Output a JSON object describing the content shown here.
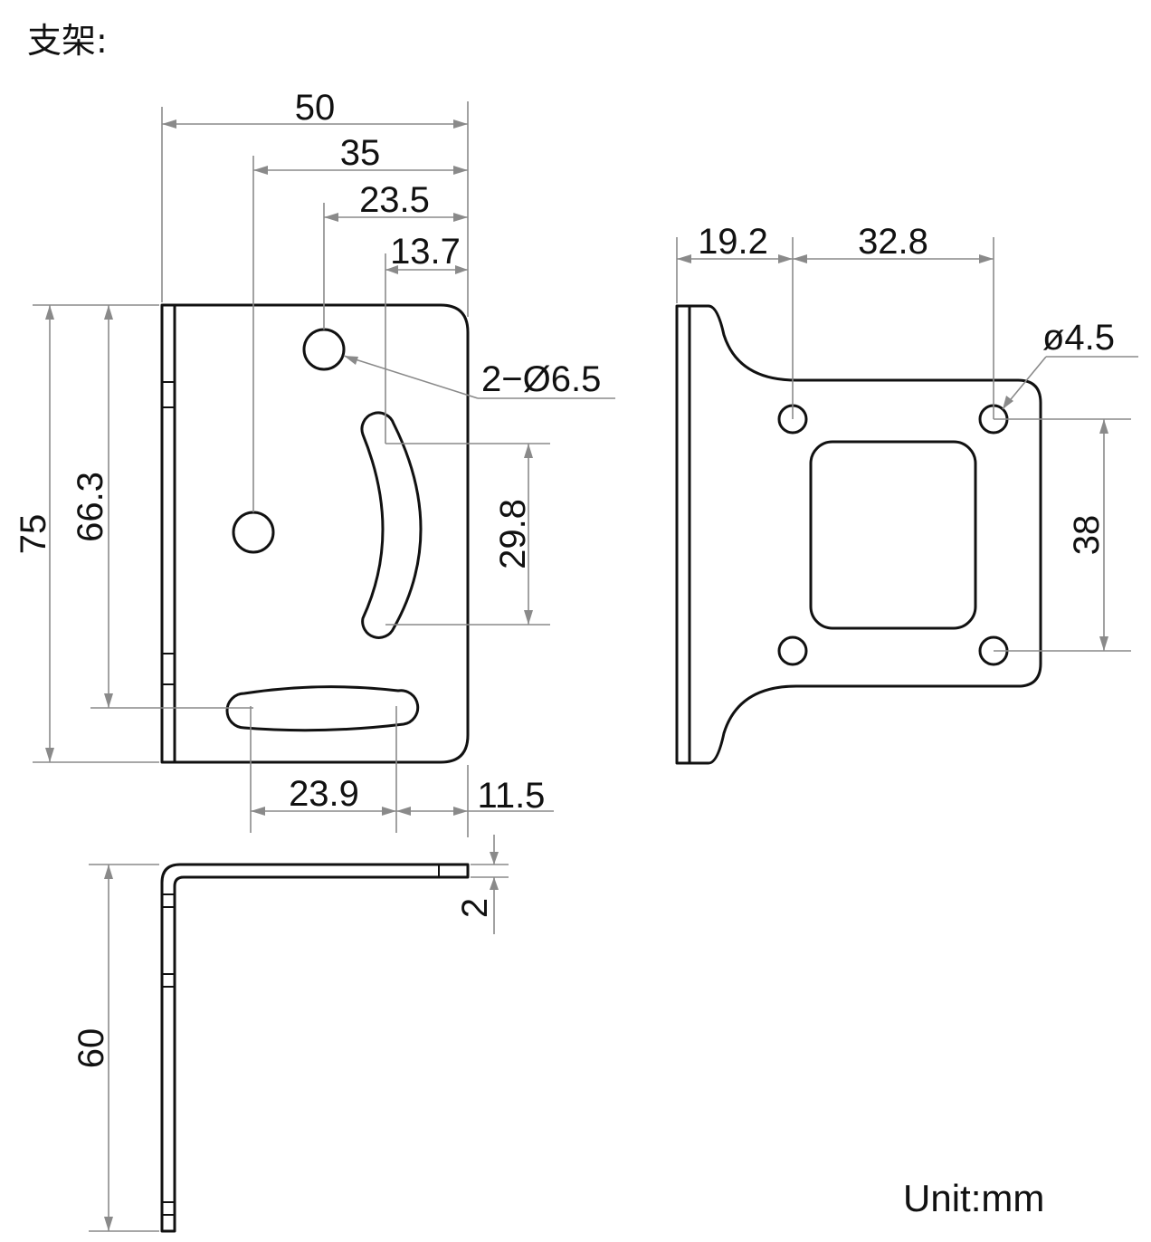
{
  "title": "支架:",
  "unit_note": "Unit:mm",
  "front_view": {
    "width_total": "50",
    "width_35": "35",
    "width_23_5": "23.5",
    "width_13_7": "13.7",
    "hole_note": "2−Ø6.5",
    "height_total": "75",
    "height_66_3": "66.3",
    "slot_span": "29.8",
    "bottom_slot_width": "23.9",
    "bottom_offset": "11.5"
  },
  "side_view": {
    "height_60": "60",
    "thickness": "2"
  },
  "flange_view": {
    "offset_19_2": "19.2",
    "spacing_32_8": "32.8",
    "hole_dia": "ø4.5",
    "spacing_38": "38"
  }
}
